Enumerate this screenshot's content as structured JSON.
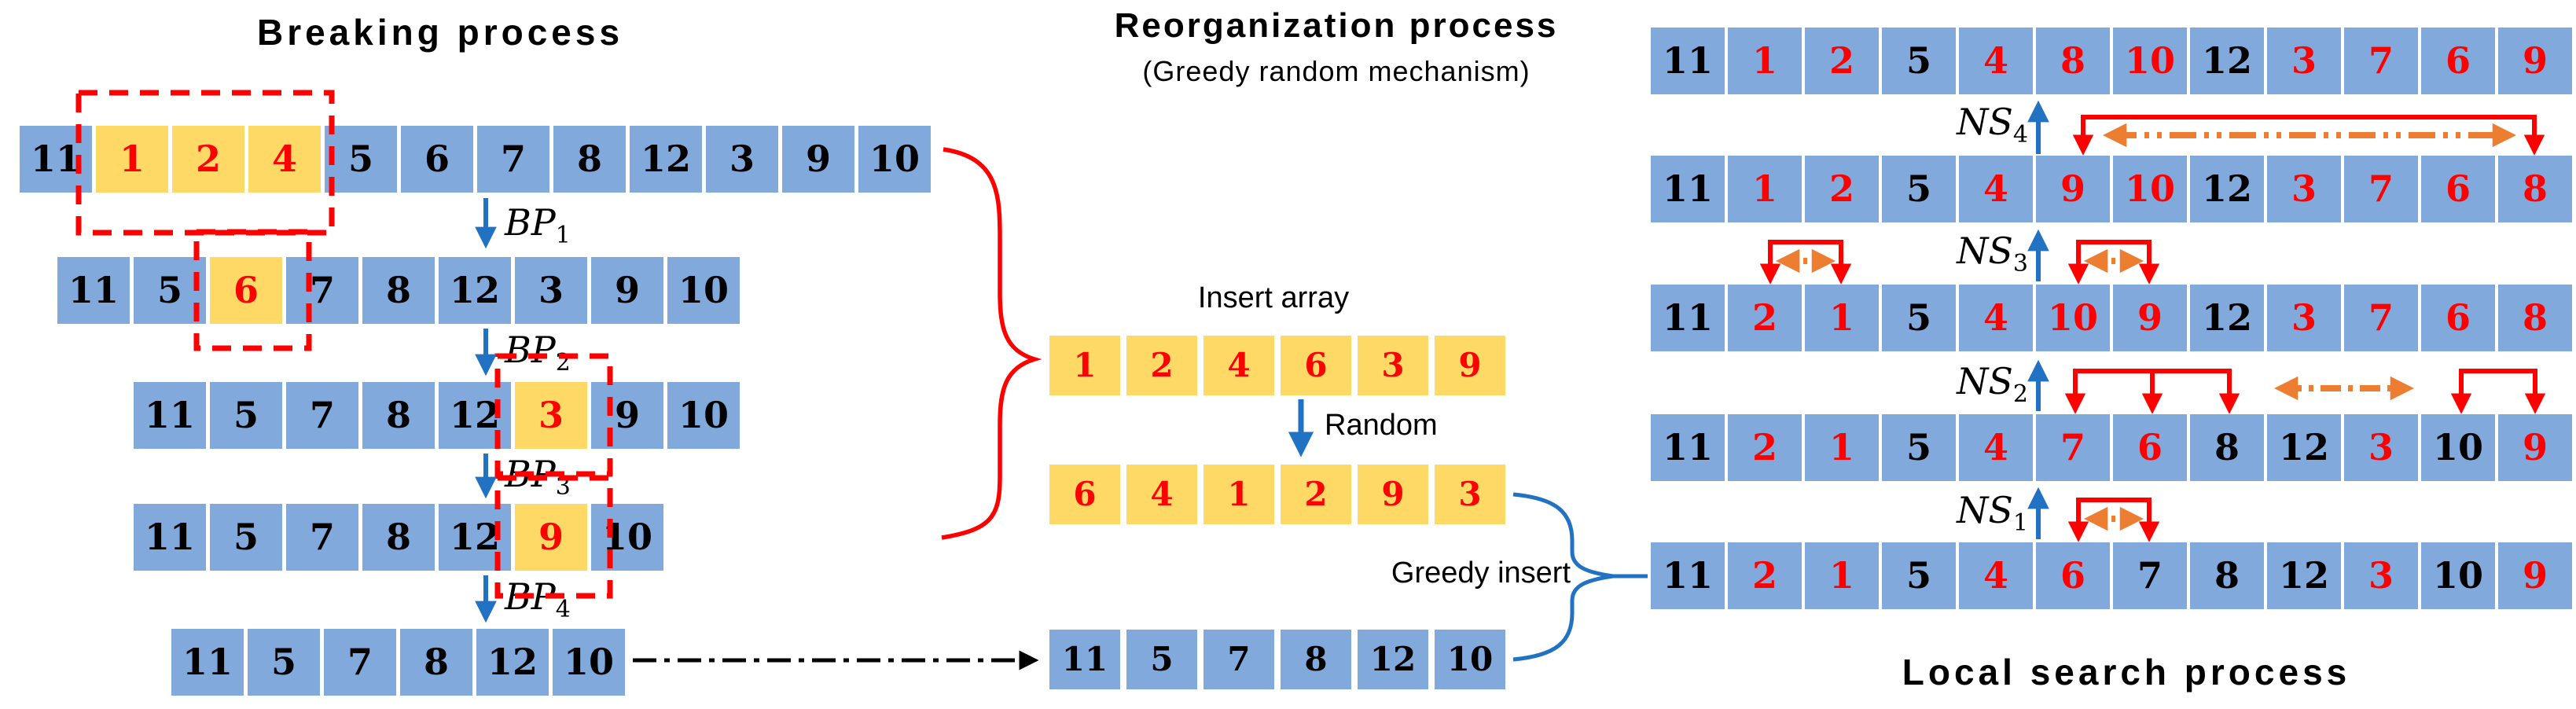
{
  "colors": {
    "cell_blue": "#82A9DC",
    "cell_yellow": "#FFD966",
    "number_black": "#000000",
    "number_red": "#FF0000",
    "arrow_blue": "#2272C3",
    "dash_red": "#FF0000",
    "swap_orange": "#ED7D31",
    "transfer_black": "#000000"
  },
  "left": {
    "title": "Breaking process",
    "bp_labels": [
      {
        "base": "BP",
        "sub": "1"
      },
      {
        "base": "BP",
        "sub": "2"
      },
      {
        "base": "BP",
        "sub": "3"
      },
      {
        "base": "BP",
        "sub": "4"
      }
    ],
    "rows": [
      {
        "cells": [
          {
            "v": "11",
            "fill": "blue",
            "text": "black"
          },
          {
            "v": "1",
            "fill": "yellow",
            "text": "red"
          },
          {
            "v": "2",
            "fill": "yellow",
            "text": "red"
          },
          {
            "v": "4",
            "fill": "yellow",
            "text": "red"
          },
          {
            "v": "5",
            "fill": "blue",
            "text": "black"
          },
          {
            "v": "6",
            "fill": "blue",
            "text": "black"
          },
          {
            "v": "7",
            "fill": "blue",
            "text": "black"
          },
          {
            "v": "8",
            "fill": "blue",
            "text": "black"
          },
          {
            "v": "12",
            "fill": "blue",
            "text": "black"
          },
          {
            "v": "3",
            "fill": "blue",
            "text": "black"
          },
          {
            "v": "9",
            "fill": "blue",
            "text": "black"
          },
          {
            "v": "10",
            "fill": "blue",
            "text": "black"
          }
        ]
      },
      {
        "cells": [
          {
            "v": "11",
            "fill": "blue",
            "text": "black"
          },
          {
            "v": "5",
            "fill": "blue",
            "text": "black"
          },
          {
            "v": "6",
            "fill": "yellow",
            "text": "red"
          },
          {
            "v": "7",
            "fill": "blue",
            "text": "black"
          },
          {
            "v": "8",
            "fill": "blue",
            "text": "black"
          },
          {
            "v": "12",
            "fill": "blue",
            "text": "black"
          },
          {
            "v": "3",
            "fill": "blue",
            "text": "black"
          },
          {
            "v": "9",
            "fill": "blue",
            "text": "black"
          },
          {
            "v": "10",
            "fill": "blue",
            "text": "black"
          }
        ]
      },
      {
        "cells": [
          {
            "v": "11",
            "fill": "blue",
            "text": "black"
          },
          {
            "v": "5",
            "fill": "blue",
            "text": "black"
          },
          {
            "v": "7",
            "fill": "blue",
            "text": "black"
          },
          {
            "v": "8",
            "fill": "blue",
            "text": "black"
          },
          {
            "v": "12",
            "fill": "blue",
            "text": "black"
          },
          {
            "v": "3",
            "fill": "yellow",
            "text": "red"
          },
          {
            "v": "9",
            "fill": "blue",
            "text": "black"
          },
          {
            "v": "10",
            "fill": "blue",
            "text": "black"
          }
        ]
      },
      {
        "cells": [
          {
            "v": "11",
            "fill": "blue",
            "text": "black"
          },
          {
            "v": "5",
            "fill": "blue",
            "text": "black"
          },
          {
            "v": "7",
            "fill": "blue",
            "text": "black"
          },
          {
            "v": "8",
            "fill": "blue",
            "text": "black"
          },
          {
            "v": "12",
            "fill": "blue",
            "text": "black"
          },
          {
            "v": "9",
            "fill": "yellow",
            "text": "red"
          },
          {
            "v": "10",
            "fill": "blue",
            "text": "black"
          }
        ]
      },
      {
        "cells": [
          {
            "v": "11",
            "fill": "blue",
            "text": "black"
          },
          {
            "v": "5",
            "fill": "blue",
            "text": "black"
          },
          {
            "v": "7",
            "fill": "blue",
            "text": "black"
          },
          {
            "v": "8",
            "fill": "blue",
            "text": "black"
          },
          {
            "v": "12",
            "fill": "blue",
            "text": "black"
          },
          {
            "v": "10",
            "fill": "blue",
            "text": "black"
          }
        ]
      }
    ]
  },
  "middle": {
    "title": "Reorganization process",
    "subtitle": "(Greedy random mechanism)",
    "insert_array_label": "Insert array",
    "random_label": "Random",
    "greedy_insert_label": "Greedy insert",
    "rows": [
      {
        "cells": [
          {
            "v": "1",
            "fill": "yellow",
            "text": "red"
          },
          {
            "v": "2",
            "fill": "yellow",
            "text": "red"
          },
          {
            "v": "4",
            "fill": "yellow",
            "text": "red"
          },
          {
            "v": "6",
            "fill": "yellow",
            "text": "red"
          },
          {
            "v": "3",
            "fill": "yellow",
            "text": "red"
          },
          {
            "v": "9",
            "fill": "yellow",
            "text": "red"
          }
        ]
      },
      {
        "cells": [
          {
            "v": "6",
            "fill": "yellow",
            "text": "red"
          },
          {
            "v": "4",
            "fill": "yellow",
            "text": "red"
          },
          {
            "v": "1",
            "fill": "yellow",
            "text": "red"
          },
          {
            "v": "2",
            "fill": "yellow",
            "text": "red"
          },
          {
            "v": "9",
            "fill": "yellow",
            "text": "red"
          },
          {
            "v": "3",
            "fill": "yellow",
            "text": "red"
          }
        ]
      },
      {
        "cells": [
          {
            "v": "11",
            "fill": "blue",
            "text": "black"
          },
          {
            "v": "5",
            "fill": "blue",
            "text": "black"
          },
          {
            "v": "7",
            "fill": "blue",
            "text": "black"
          },
          {
            "v": "8",
            "fill": "blue",
            "text": "black"
          },
          {
            "v": "12",
            "fill": "blue",
            "text": "black"
          },
          {
            "v": "10",
            "fill": "blue",
            "text": "black"
          }
        ]
      }
    ]
  },
  "right": {
    "title": "Local search process",
    "ns_labels": [
      {
        "base": "NS",
        "sub": "4"
      },
      {
        "base": "NS",
        "sub": "3"
      },
      {
        "base": "NS",
        "sub": "2"
      },
      {
        "base": "NS",
        "sub": "1"
      }
    ],
    "rows": [
      {
        "cells": [
          {
            "v": "11",
            "fill": "blue",
            "text": "black"
          },
          {
            "v": "1",
            "fill": "blue",
            "text": "red"
          },
          {
            "v": "2",
            "fill": "blue",
            "text": "red"
          },
          {
            "v": "5",
            "fill": "blue",
            "text": "black"
          },
          {
            "v": "4",
            "fill": "blue",
            "text": "red"
          },
          {
            "v": "8",
            "fill": "blue",
            "text": "red"
          },
          {
            "v": "10",
            "fill": "blue",
            "text": "red"
          },
          {
            "v": "12",
            "fill": "blue",
            "text": "black"
          },
          {
            "v": "3",
            "fill": "blue",
            "text": "red"
          },
          {
            "v": "7",
            "fill": "blue",
            "text": "red"
          },
          {
            "v": "6",
            "fill": "blue",
            "text": "red"
          },
          {
            "v": "9",
            "fill": "blue",
            "text": "red"
          }
        ]
      },
      {
        "cells": [
          {
            "v": "11",
            "fill": "blue",
            "text": "black"
          },
          {
            "v": "1",
            "fill": "blue",
            "text": "red"
          },
          {
            "v": "2",
            "fill": "blue",
            "text": "red"
          },
          {
            "v": "5",
            "fill": "blue",
            "text": "black"
          },
          {
            "v": "4",
            "fill": "blue",
            "text": "red"
          },
          {
            "v": "9",
            "fill": "blue",
            "text": "red"
          },
          {
            "v": "10",
            "fill": "blue",
            "text": "red"
          },
          {
            "v": "12",
            "fill": "blue",
            "text": "black"
          },
          {
            "v": "3",
            "fill": "blue",
            "text": "red"
          },
          {
            "v": "7",
            "fill": "blue",
            "text": "red"
          },
          {
            "v": "6",
            "fill": "blue",
            "text": "red"
          },
          {
            "v": "8",
            "fill": "blue",
            "text": "red"
          }
        ]
      },
      {
        "cells": [
          {
            "v": "11",
            "fill": "blue",
            "text": "black"
          },
          {
            "v": "2",
            "fill": "blue",
            "text": "red"
          },
          {
            "v": "1",
            "fill": "blue",
            "text": "red"
          },
          {
            "v": "5",
            "fill": "blue",
            "text": "black"
          },
          {
            "v": "4",
            "fill": "blue",
            "text": "red"
          },
          {
            "v": "10",
            "fill": "blue",
            "text": "red"
          },
          {
            "v": "9",
            "fill": "blue",
            "text": "red"
          },
          {
            "v": "12",
            "fill": "blue",
            "text": "black"
          },
          {
            "v": "3",
            "fill": "blue",
            "text": "red"
          },
          {
            "v": "7",
            "fill": "blue",
            "text": "red"
          },
          {
            "v": "6",
            "fill": "blue",
            "text": "red"
          },
          {
            "v": "8",
            "fill": "blue",
            "text": "red"
          }
        ]
      },
      {
        "cells": [
          {
            "v": "11",
            "fill": "blue",
            "text": "black"
          },
          {
            "v": "2",
            "fill": "blue",
            "text": "red"
          },
          {
            "v": "1",
            "fill": "blue",
            "text": "red"
          },
          {
            "v": "5",
            "fill": "blue",
            "text": "black"
          },
          {
            "v": "4",
            "fill": "blue",
            "text": "red"
          },
          {
            "v": "7",
            "fill": "blue",
            "text": "red"
          },
          {
            "v": "6",
            "fill": "blue",
            "text": "red"
          },
          {
            "v": "8",
            "fill": "blue",
            "text": "black"
          },
          {
            "v": "12",
            "fill": "blue",
            "text": "black"
          },
          {
            "v": "3",
            "fill": "blue",
            "text": "red"
          },
          {
            "v": "10",
            "fill": "blue",
            "text": "black"
          },
          {
            "v": "9",
            "fill": "blue",
            "text": "red"
          }
        ]
      },
      {
        "cells": [
          {
            "v": "11",
            "fill": "blue",
            "text": "black"
          },
          {
            "v": "2",
            "fill": "blue",
            "text": "red"
          },
          {
            "v": "1",
            "fill": "blue",
            "text": "red"
          },
          {
            "v": "5",
            "fill": "blue",
            "text": "black"
          },
          {
            "v": "4",
            "fill": "blue",
            "text": "red"
          },
          {
            "v": "6",
            "fill": "blue",
            "text": "red"
          },
          {
            "v": "7",
            "fill": "blue",
            "text": "black"
          },
          {
            "v": "8",
            "fill": "blue",
            "text": "black"
          },
          {
            "v": "12",
            "fill": "blue",
            "text": "black"
          },
          {
            "v": "3",
            "fill": "blue",
            "text": "red"
          },
          {
            "v": "10",
            "fill": "blue",
            "text": "black"
          },
          {
            "v": "9",
            "fill": "blue",
            "text": "red"
          }
        ]
      }
    ]
  }
}
